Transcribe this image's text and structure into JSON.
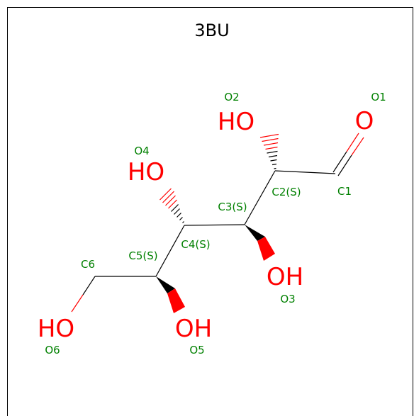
{
  "title": "3BU",
  "colors": {
    "oxygen": "#ff0000",
    "label": "#008000",
    "bond": "#000000",
    "frame": "#000000",
    "background": "#ffffff"
  },
  "atoms": {
    "o1": "O",
    "o2": "HO",
    "o3": "OH",
    "o4": "HO",
    "o5": "OH",
    "o6": "HO"
  },
  "labels": {
    "c1": "C1",
    "c2": "C2(S)",
    "c3": "C3(S)",
    "c4": "C4(S)",
    "c5": "C5(S)",
    "c6": "C6",
    "o1": "O1",
    "o2": "O2",
    "o3": "O3",
    "o4": "O4",
    "o5": "O5",
    "o6": "O6"
  }
}
